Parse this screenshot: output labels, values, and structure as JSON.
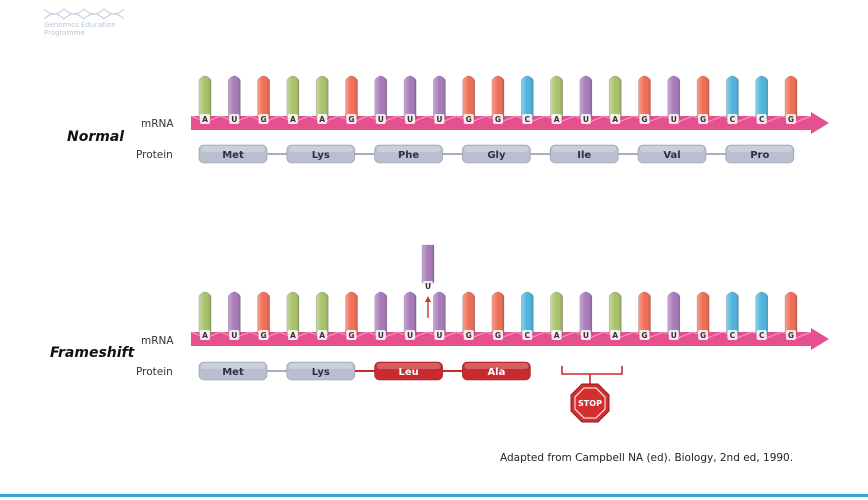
{
  "logo": {
    "text_line1": "Genomics Education",
    "text_line2": "Programme"
  },
  "normal": {
    "title": "Normal",
    "mrna_label": "mRNA",
    "protein_label": "Protein",
    "bases": [
      "A",
      "U",
      "G",
      "A",
      "A",
      "G",
      "U",
      "U",
      "U",
      "G",
      "G",
      "C",
      "A",
      "U",
      "A",
      "G",
      "U",
      "G",
      "C",
      "C",
      "G"
    ],
    "amino_acids": [
      "Met",
      "Lys",
      "Phe",
      "Gly",
      "Ile",
      "Val",
      "Pro"
    ]
  },
  "frameshift": {
    "title": "Frameshift",
    "mrna_label": "mRNA",
    "protein_label": "Protein",
    "inserted_base": "U",
    "bases": [
      "A",
      "U",
      "G",
      "A",
      "A",
      "G",
      "U",
      "U",
      "U",
      "G",
      "G",
      "C",
      "A",
      "U",
      "A",
      "G",
      "U",
      "G",
      "C",
      "C",
      "G"
    ],
    "amino_acids": [
      "Met",
      "Lys",
      "Leu",
      "Ala"
    ],
    "stop_label": "STOP"
  },
  "credit": "Adapted from Campbell NA (ed). Biology, 2nd ed, 1990.",
  "colors": {
    "A": "#a8c26a",
    "U": "#a77ab8",
    "G": "#f06d55",
    "C": "#4db4dc",
    "backbone": "#e5508f",
    "protein_normal": "#b9bfcf",
    "protein_mutant": "#c82a30",
    "stop": "#d32f2f",
    "rule": "#39a3dc"
  }
}
